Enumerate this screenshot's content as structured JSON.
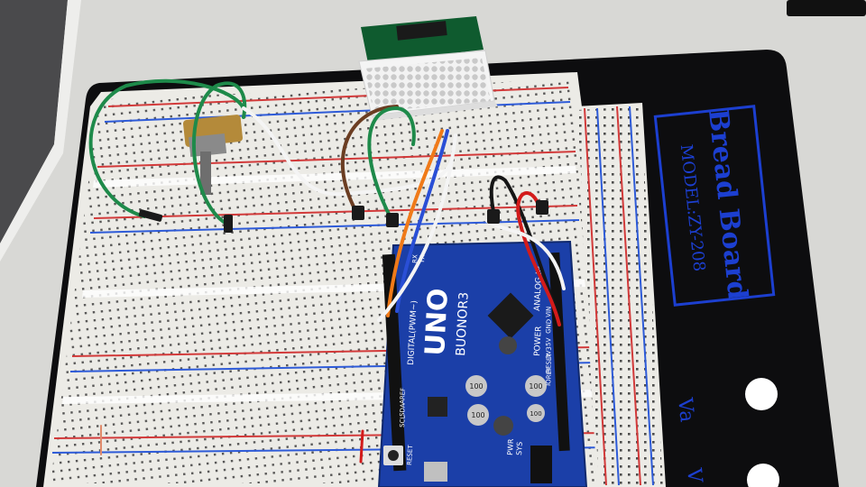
{
  "scene": {
    "description_kind": "photo",
    "colors": {
      "table": "#d6d6d3",
      "board_frame": "#0d0d0f",
      "breadboard": "#ecebe6",
      "rail_red": "#d23a3a",
      "rail_blue": "#2e5bd8",
      "arduino": "#1b3fa8",
      "label_blue": "#1c3fd0",
      "wire_green": "#1e8a4a",
      "wire_white": "#f4f4f4",
      "wire_brown": "#6b3d22",
      "wire_red": "#d31b1b",
      "wire_black": "#151515",
      "wire_orange": "#f07a18",
      "wire_blue": "#2a4fd6"
    }
  },
  "breadboard_label": {
    "brand": "Bread Board",
    "model": "MODEL:ZY-208",
    "side_1": "Va",
    "side_2": "V"
  },
  "arduino": {
    "name": "UNO",
    "subtitle": "BUONOR3",
    "digital": "DIGITAL(PWM~)",
    "power": "POWER",
    "analog": "ANALOG IN",
    "reset": "RESET",
    "ioref": "IOREF",
    "sv": "3V3",
    "five_v": "5V",
    "gnd": "GND",
    "vin": "VIN",
    "aref": "AREF",
    "sda": "SDA",
    "scl": "SCL",
    "rx": "RX",
    "tx": "TX",
    "pwr": "PWR",
    "sys": "SYS",
    "cap1": "100",
    "cap2": "100",
    "cap3": "100",
    "cap4": "100"
  },
  "icons": {
    "matrix": "led-matrix-icon",
    "pot": "potentiometer-icon"
  }
}
